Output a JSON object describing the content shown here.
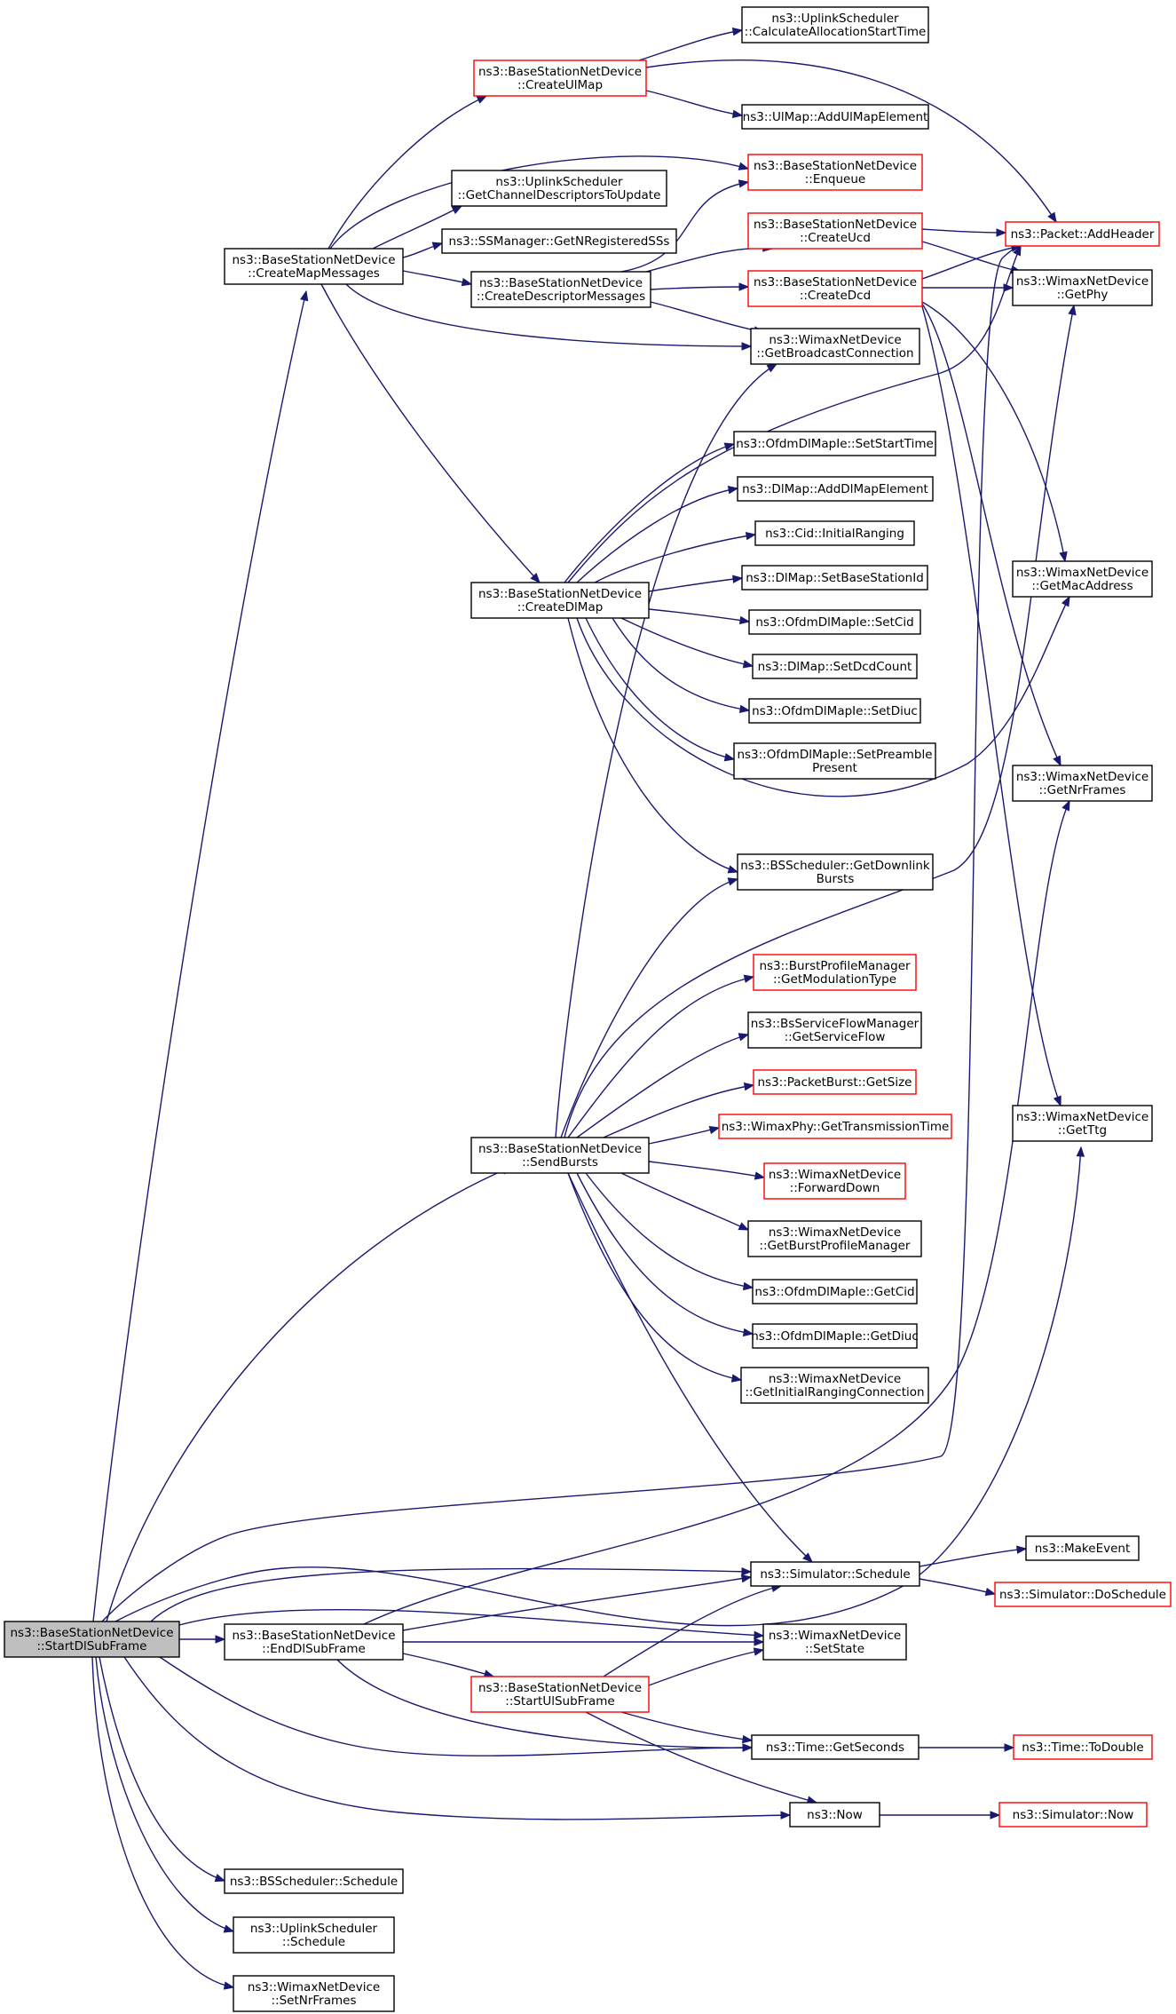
{
  "colors": {
    "edge": "#191970",
    "border_normal": "#000000",
    "border_truncated": "#ff0000",
    "root_fill": "#bfbfbf",
    "node_fill": "#ffffff"
  },
  "nodes": [
    {
      "id": "start",
      "lines": [
        "ns3::BaseStationNetDevice",
        "::StartDlSubFrame"
      ],
      "kind": "root"
    },
    {
      "id": "createMap",
      "lines": [
        "ns3::BaseStationNetDevice",
        "::CreateMapMessages"
      ],
      "kind": "normal"
    },
    {
      "id": "createUlMap",
      "lines": [
        "ns3::BaseStationNetDevice",
        "::CreateUlMap"
      ],
      "kind": "truncated"
    },
    {
      "id": "calcAlloc",
      "lines": [
        "ns3::UplinkScheduler",
        "::CalculateAllocationStartTime"
      ],
      "kind": "normal"
    },
    {
      "id": "addUlMap",
      "lines": [
        "ns3::UlMap::AddUlMapElement"
      ],
      "kind": "normal"
    },
    {
      "id": "enqueue",
      "lines": [
        "ns3::BaseStationNetDevice",
        "::Enqueue"
      ],
      "kind": "truncated"
    },
    {
      "id": "getChanDesc",
      "lines": [
        "ns3::UplinkScheduler",
        "::GetChannelDescriptorsToUpdate"
      ],
      "kind": "normal"
    },
    {
      "id": "getNReg",
      "lines": [
        "ns3::SSManager::GetNRegisteredSSs"
      ],
      "kind": "normal"
    },
    {
      "id": "createDesc",
      "lines": [
        "ns3::BaseStationNetDevice",
        "::CreateDescriptorMessages"
      ],
      "kind": "normal"
    },
    {
      "id": "createUcd",
      "lines": [
        "ns3::BaseStationNetDevice",
        "::CreateUcd"
      ],
      "kind": "truncated"
    },
    {
      "id": "createDcd",
      "lines": [
        "ns3::BaseStationNetDevice",
        "::CreateDcd"
      ],
      "kind": "truncated"
    },
    {
      "id": "addHeader",
      "lines": [
        "ns3::Packet::AddHeader"
      ],
      "kind": "truncated"
    },
    {
      "id": "getPhy",
      "lines": [
        "ns3::WimaxNetDevice",
        "::GetPhy"
      ],
      "kind": "normal"
    },
    {
      "id": "getBcast",
      "lines": [
        "ns3::WimaxNetDevice",
        "::GetBroadcastConnection"
      ],
      "kind": "normal"
    },
    {
      "id": "setStartTime",
      "lines": [
        "ns3::OfdmDlMapIe::SetStartTime"
      ],
      "kind": "normal"
    },
    {
      "id": "addDlMap",
      "lines": [
        "ns3::DlMap::AddDlMapElement"
      ],
      "kind": "normal"
    },
    {
      "id": "initRanging",
      "lines": [
        "ns3::Cid::InitialRanging"
      ],
      "kind": "normal"
    },
    {
      "id": "setBsId",
      "lines": [
        "ns3::DlMap::SetBaseStationId"
      ],
      "kind": "normal"
    },
    {
      "id": "createDlMap",
      "lines": [
        "ns3::BaseStationNetDevice",
        "::CreateDlMap"
      ],
      "kind": "normal"
    },
    {
      "id": "setCid",
      "lines": [
        "ns3::OfdmDlMapIe::SetCid"
      ],
      "kind": "normal"
    },
    {
      "id": "setDcd",
      "lines": [
        "ns3::DlMap::SetDcdCount"
      ],
      "kind": "normal"
    },
    {
      "id": "setDiuc",
      "lines": [
        "ns3::OfdmDlMapIe::SetDiuc"
      ],
      "kind": "normal"
    },
    {
      "id": "setPreamble",
      "lines": [
        "ns3::OfdmDlMapIe::SetPreamble",
        "Present"
      ],
      "kind": "normal"
    },
    {
      "id": "getMac",
      "lines": [
        "ns3::WimaxNetDevice",
        "::GetMacAddress"
      ],
      "kind": "normal"
    },
    {
      "id": "getNrFrames",
      "lines": [
        "ns3::WimaxNetDevice",
        "::GetNrFrames"
      ],
      "kind": "normal"
    },
    {
      "id": "getDlBursts",
      "lines": [
        "ns3::BSScheduler::GetDownlink",
        "Bursts"
      ],
      "kind": "normal"
    },
    {
      "id": "getModType",
      "lines": [
        "ns3::BurstProfileManager",
        "::GetModulationType"
      ],
      "kind": "truncated"
    },
    {
      "id": "getSvcFlow",
      "lines": [
        "ns3::BsServiceFlowManager",
        "::GetServiceFlow"
      ],
      "kind": "normal"
    },
    {
      "id": "pbGetSize",
      "lines": [
        "ns3::PacketBurst::GetSize"
      ],
      "kind": "truncated"
    },
    {
      "id": "getTxTime",
      "lines": [
        "ns3::WimaxPhy::GetTransmissionTime"
      ],
      "kind": "truncated"
    },
    {
      "id": "getTtg",
      "lines": [
        "ns3::WimaxNetDevice",
        "::GetTtg"
      ],
      "kind": "normal"
    },
    {
      "id": "sendBursts",
      "lines": [
        "ns3::BaseStationNetDevice",
        "::SendBursts"
      ],
      "kind": "normal"
    },
    {
      "id": "fwdDown",
      "lines": [
        "ns3::WimaxNetDevice",
        "::ForwardDown"
      ],
      "kind": "truncated"
    },
    {
      "id": "getBpm",
      "lines": [
        "ns3::WimaxNetDevice",
        "::GetBurstProfileManager"
      ],
      "kind": "normal"
    },
    {
      "id": "getCid",
      "lines": [
        "ns3::OfdmDlMapIe::GetCid"
      ],
      "kind": "normal"
    },
    {
      "id": "getDiuc",
      "lines": [
        "ns3::OfdmDlMapIe::GetDiuc"
      ],
      "kind": "normal"
    },
    {
      "id": "getInitRng",
      "lines": [
        "ns3::WimaxNetDevice",
        "::GetInitialRangingConnection"
      ],
      "kind": "normal"
    },
    {
      "id": "makeEvent",
      "lines": [
        "ns3::MakeEvent"
      ],
      "kind": "normal"
    },
    {
      "id": "simSchedule",
      "lines": [
        "ns3::Simulator::Schedule"
      ],
      "kind": "normal"
    },
    {
      "id": "doSchedule",
      "lines": [
        "ns3::Simulator::DoSchedule"
      ],
      "kind": "truncated"
    },
    {
      "id": "endDl",
      "lines": [
        "ns3::BaseStationNetDevice",
        "::EndDlSubFrame"
      ],
      "kind": "normal"
    },
    {
      "id": "setState",
      "lines": [
        "ns3::WimaxNetDevice",
        "::SetState"
      ],
      "kind": "normal"
    },
    {
      "id": "startUl",
      "lines": [
        "ns3::BaseStationNetDevice",
        "::StartUlSubFrame"
      ],
      "kind": "truncated"
    },
    {
      "id": "getSeconds",
      "lines": [
        "ns3::Time::GetSeconds"
      ],
      "kind": "normal"
    },
    {
      "id": "toDouble",
      "lines": [
        "ns3::Time::ToDouble"
      ],
      "kind": "truncated"
    },
    {
      "id": "now",
      "lines": [
        "ns3::Now"
      ],
      "kind": "normal"
    },
    {
      "id": "simNow",
      "lines": [
        "ns3::Simulator::Now"
      ],
      "kind": "truncated"
    },
    {
      "id": "bsSchedule",
      "lines": [
        "ns3::BSScheduler::Schedule"
      ],
      "kind": "normal"
    },
    {
      "id": "ulSchedule",
      "lines": [
        "ns3::UplinkScheduler",
        "::Schedule"
      ],
      "kind": "normal"
    },
    {
      "id": "setNrFrames",
      "lines": [
        "ns3::WimaxNetDevice",
        "::SetNrFrames"
      ],
      "kind": "normal"
    }
  ],
  "edges": [
    {
      "from": "start",
      "to": "createMap"
    },
    {
      "from": "start",
      "to": "addHeader"
    },
    {
      "from": "start",
      "to": "getTtg"
    },
    {
      "from": "start",
      "to": "sendBursts"
    },
    {
      "from": "start",
      "to": "simSchedule"
    },
    {
      "from": "start",
      "to": "setState"
    },
    {
      "from": "start",
      "to": "endDl"
    },
    {
      "from": "start",
      "to": "getSeconds"
    },
    {
      "from": "start",
      "to": "now"
    },
    {
      "from": "start",
      "to": "bsSchedule"
    },
    {
      "from": "start",
      "to": "ulSchedule"
    },
    {
      "from": "start",
      "to": "setNrFrames"
    },
    {
      "from": "createMap",
      "to": "createUlMap"
    },
    {
      "from": "createMap",
      "to": "enqueue"
    },
    {
      "from": "createMap",
      "to": "getChanDesc"
    },
    {
      "from": "createMap",
      "to": "getNReg"
    },
    {
      "from": "createMap",
      "to": "createDesc"
    },
    {
      "from": "createMap",
      "to": "getBcast"
    },
    {
      "from": "createMap",
      "to": "createDlMap"
    },
    {
      "from": "createUlMap",
      "to": "calcAlloc"
    },
    {
      "from": "createUlMap",
      "to": "addHeader"
    },
    {
      "from": "createUlMap",
      "to": "addUlMap"
    },
    {
      "from": "createDesc",
      "to": "enqueue"
    },
    {
      "from": "createDesc",
      "to": "createUcd"
    },
    {
      "from": "createDesc",
      "to": "createDcd"
    },
    {
      "from": "createDesc",
      "to": "getBcast"
    },
    {
      "from": "createUcd",
      "to": "addHeader"
    },
    {
      "from": "createUcd",
      "to": "getPhy"
    },
    {
      "from": "createDcd",
      "to": "addHeader"
    },
    {
      "from": "createDcd",
      "to": "getPhy"
    },
    {
      "from": "createDcd",
      "to": "getMac"
    },
    {
      "from": "createDcd",
      "to": "getNrFrames"
    },
    {
      "from": "createDcd",
      "to": "getTtg"
    },
    {
      "from": "createDlMap",
      "to": "addHeader"
    },
    {
      "from": "createDlMap",
      "to": "setStartTime"
    },
    {
      "from": "createDlMap",
      "to": "addDlMap"
    },
    {
      "from": "createDlMap",
      "to": "initRanging"
    },
    {
      "from": "createDlMap",
      "to": "setBsId"
    },
    {
      "from": "createDlMap",
      "to": "setCid"
    },
    {
      "from": "createDlMap",
      "to": "setDcd"
    },
    {
      "from": "createDlMap",
      "to": "setDiuc"
    },
    {
      "from": "createDlMap",
      "to": "setPreamble"
    },
    {
      "from": "createDlMap",
      "to": "getMac"
    },
    {
      "from": "createDlMap",
      "to": "getDlBursts"
    },
    {
      "from": "sendBursts",
      "to": "getBcast"
    },
    {
      "from": "sendBursts",
      "to": "getDlBursts"
    },
    {
      "from": "sendBursts",
      "to": "getPhy"
    },
    {
      "from": "sendBursts",
      "to": "getModType"
    },
    {
      "from": "sendBursts",
      "to": "getSvcFlow"
    },
    {
      "from": "sendBursts",
      "to": "pbGetSize"
    },
    {
      "from": "sendBursts",
      "to": "getTxTime"
    },
    {
      "from": "sendBursts",
      "to": "fwdDown"
    },
    {
      "from": "sendBursts",
      "to": "getBpm"
    },
    {
      "from": "sendBursts",
      "to": "getCid"
    },
    {
      "from": "sendBursts",
      "to": "getDiuc"
    },
    {
      "from": "sendBursts",
      "to": "getInitRng"
    },
    {
      "from": "sendBursts",
      "to": "simSchedule"
    },
    {
      "from": "simSchedule",
      "to": "makeEvent"
    },
    {
      "from": "simSchedule",
      "to": "doSchedule"
    },
    {
      "from": "endDl",
      "to": "simSchedule"
    },
    {
      "from": "endDl",
      "to": "setState"
    },
    {
      "from": "endDl",
      "to": "startUl"
    },
    {
      "from": "endDl",
      "to": "getSeconds"
    },
    {
      "from": "endDl",
      "to": "getNrFrames"
    },
    {
      "from": "startUl",
      "to": "simSchedule"
    },
    {
      "from": "startUl",
      "to": "setState"
    },
    {
      "from": "startUl",
      "to": "getSeconds"
    },
    {
      "from": "startUl",
      "to": "now"
    },
    {
      "from": "getSeconds",
      "to": "toDouble"
    },
    {
      "from": "now",
      "to": "simNow"
    }
  ]
}
